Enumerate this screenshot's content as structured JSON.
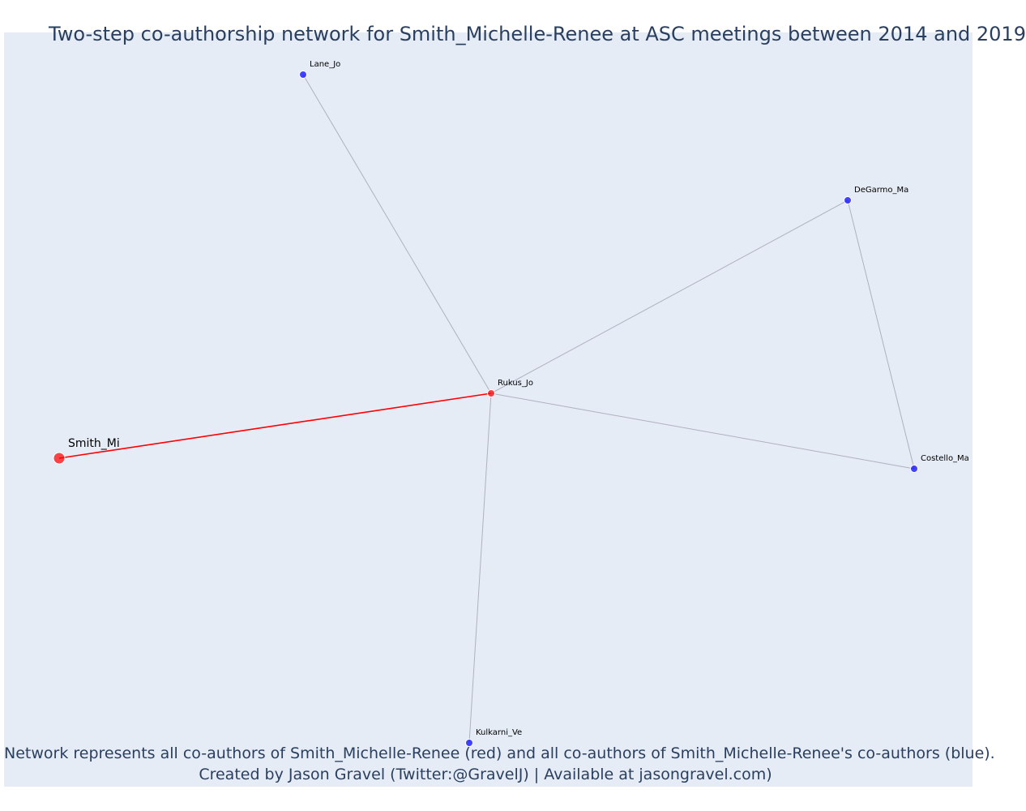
{
  "title": "Two-step co-authorship network for Smith_Michelle-Renee at ASC meetings between 2014 and 2019",
  "footer": {
    "line1": "Network represents all co-authors of Smith_Michelle-Renee (red) and all co-authors of Smith_Michelle-Renee's co-authors (blue).",
    "line2": "Created by Jason Gravel (Twitter:@GravelJ) | Available at jasongravel.com)"
  },
  "colors": {
    "ego": "#ff0000",
    "coauthor": "#ff0000",
    "second_step": "#0000ff",
    "edge_ego": "#ff0000",
    "edge_other": "#b0b0c0",
    "background": "#e5ecf6"
  },
  "network": {
    "nodes": [
      {
        "id": "Smith_Mi",
        "label": "Smith_Mi",
        "group": "ego"
      },
      {
        "id": "Rukus_Jo",
        "label": "Rukus_Jo",
        "group": "coauthor"
      },
      {
        "id": "Lane_Jo",
        "label": "Lane_Jo",
        "group": "second_step"
      },
      {
        "id": "DeGarmo_Ma",
        "label": "DeGarmo_Ma",
        "group": "second_step"
      },
      {
        "id": "Costello_Ma",
        "label": "Costello_Ma",
        "group": "second_step"
      },
      {
        "id": "Kulkarni_Ve",
        "label": "Kulkarni_Ve",
        "group": "second_step"
      }
    ],
    "edges": [
      {
        "source": "Smith_Mi",
        "target": "Rukus_Jo",
        "type": "ego"
      },
      {
        "source": "Rukus_Jo",
        "target": "Lane_Jo",
        "type": "other"
      },
      {
        "source": "Rukus_Jo",
        "target": "DeGarmo_Ma",
        "type": "other"
      },
      {
        "source": "Rukus_Jo",
        "target": "Costello_Ma",
        "type": "other"
      },
      {
        "source": "Rukus_Jo",
        "target": "Kulkarni_Ve",
        "type": "other"
      },
      {
        "source": "DeGarmo_Ma",
        "target": "Costello_Ma",
        "type": "other"
      }
    ]
  }
}
